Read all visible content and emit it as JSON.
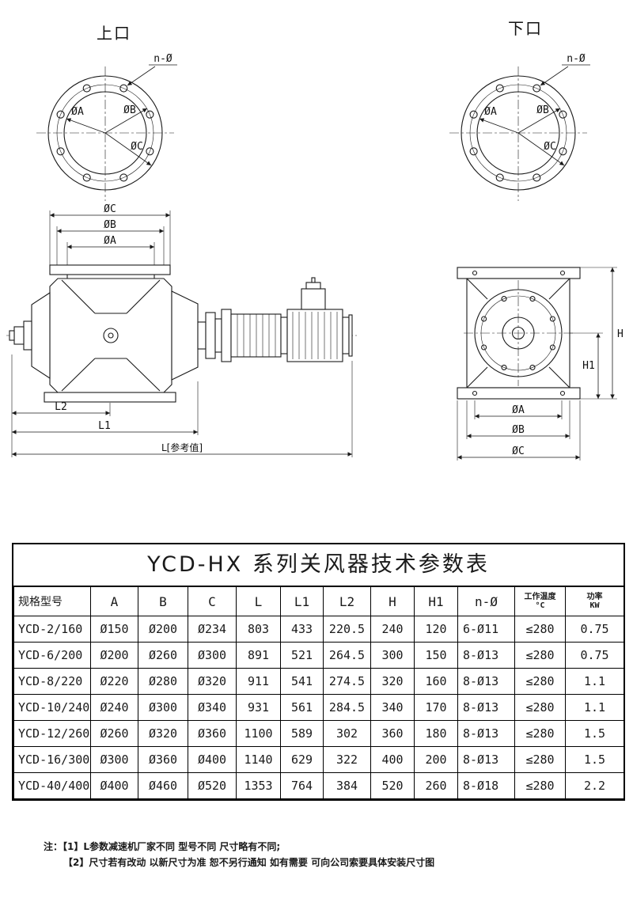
{
  "page": {
    "background": "#ffffff",
    "line_color": "#1a1a1a"
  },
  "drawings": {
    "top_port": {
      "title": "上口"
    },
    "bottom_port": {
      "title": "下口"
    },
    "labels": {
      "n_holes": "n-Ø",
      "dia_a": "ØA",
      "dia_b": "ØB",
      "dia_c": "ØC",
      "l2": "L2",
      "l1": "L1",
      "l_ref": "L[参考值]",
      "h": "H",
      "h1": "H1"
    }
  },
  "table": {
    "title": "YCD-HX 系列关风器技术参数表",
    "headers": [
      {
        "label": "规格型号"
      },
      {
        "label": "A"
      },
      {
        "label": "B"
      },
      {
        "label": "C"
      },
      {
        "label": "L"
      },
      {
        "label": "L1"
      },
      {
        "label": "L2"
      },
      {
        "label": "H"
      },
      {
        "label": "H1"
      },
      {
        "label": "n-Ø"
      },
      {
        "label": "工作温度",
        "sub": "°C"
      },
      {
        "label": "功率",
        "sub": "KW"
      }
    ],
    "rows": [
      [
        "YCD-2/160",
        "Ø150",
        "Ø200",
        "Ø234",
        "803",
        "433",
        "220.5",
        "240",
        "120",
        "6-Ø11",
        "≤280",
        "0.75"
      ],
      [
        "YCD-6/200",
        "Ø200",
        "Ø260",
        "Ø300",
        "891",
        "521",
        "264.5",
        "300",
        "150",
        "8-Ø13",
        "≤280",
        "0.75"
      ],
      [
        "YCD-8/220",
        "Ø220",
        "Ø280",
        "Ø320",
        "911",
        "541",
        "274.5",
        "320",
        "160",
        "8-Ø13",
        "≤280",
        "1.1"
      ],
      [
        "YCD-10/240",
        "Ø240",
        "Ø300",
        "Ø340",
        "931",
        "561",
        "284.5",
        "340",
        "170",
        "8-Ø13",
        "≤280",
        "1.1"
      ],
      [
        "YCD-12/260",
        "Ø260",
        "Ø320",
        "Ø360",
        "1100",
        "589",
        "302",
        "360",
        "180",
        "8-Ø13",
        "≤280",
        "1.5"
      ],
      [
        "YCD-16/300",
        "Ø300",
        "Ø360",
        "Ø400",
        "1140",
        "629",
        "322",
        "400",
        "200",
        "8-Ø13",
        "≤280",
        "1.5"
      ],
      [
        "YCD-40/400",
        "Ø400",
        "Ø460",
        "Ø520",
        "1353",
        "764",
        "384",
        "520",
        "260",
        "8-Ø18",
        "≤280",
        "2.2"
      ]
    ]
  },
  "notes": {
    "prefix": "注：",
    "items": [
      "【1】L参数减速机厂家不同 型号不同 尺寸略有不同;",
      "【2】尺寸若有改动 以新尺寸为准 恕不另行通知 如有需要 可向公司索要具体安装尺寸图"
    ]
  }
}
